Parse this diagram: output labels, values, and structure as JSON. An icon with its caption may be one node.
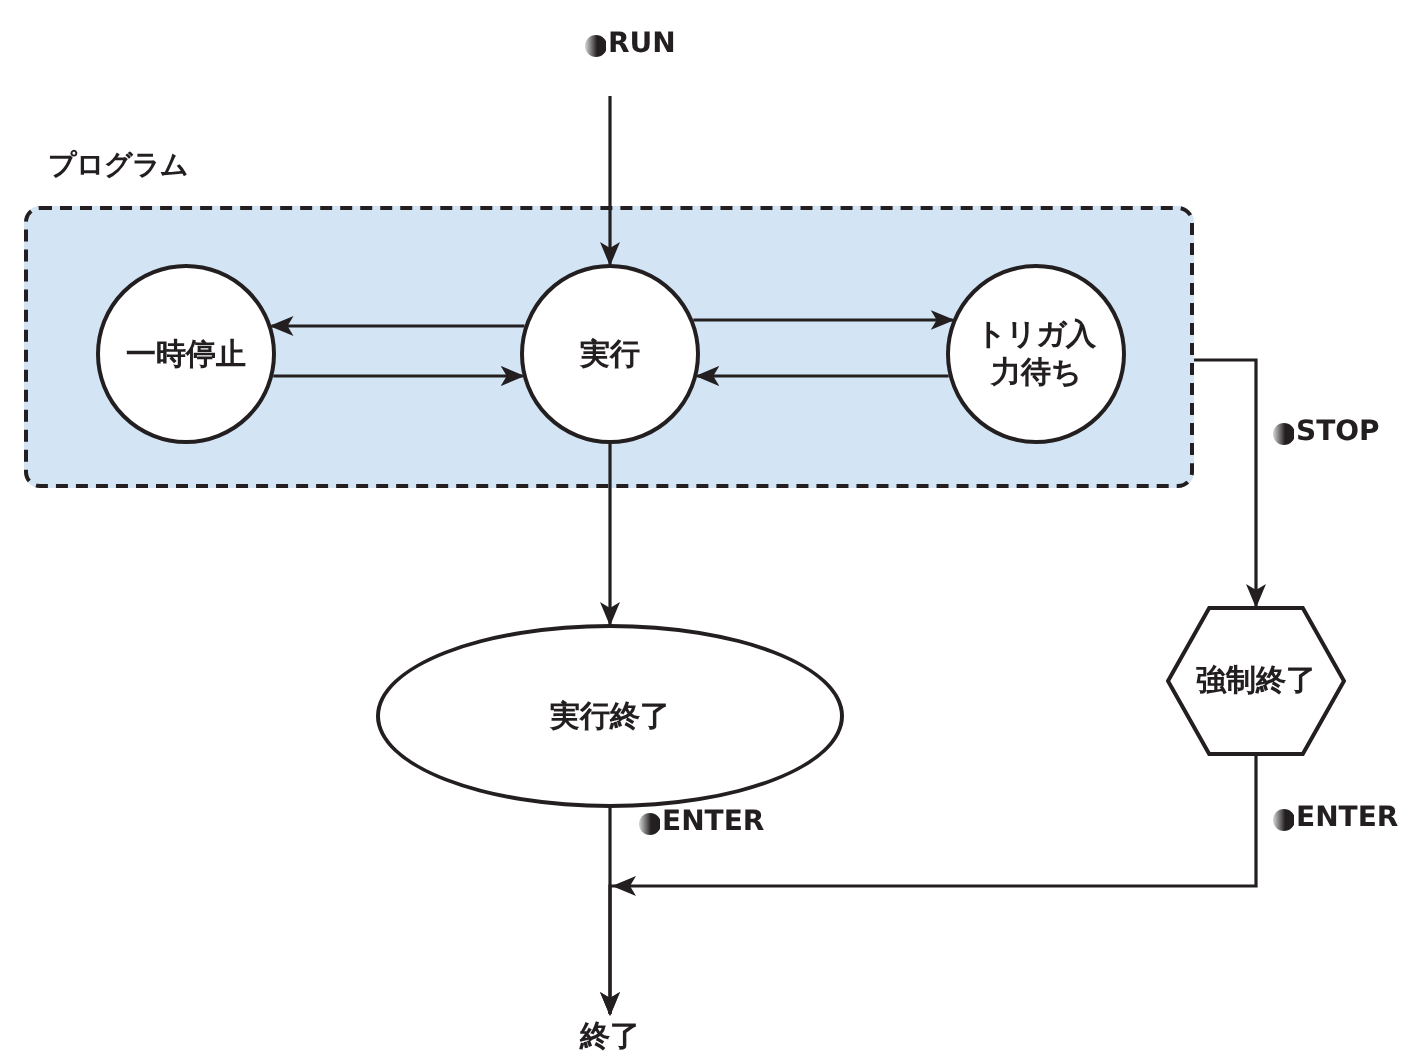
{
  "diagram": {
    "nodes": [
      {
        "text": [
          "プログラム"
        ]
      },
      {
        "text": [
          "一時停止"
        ],
        "in": 0
      },
      {
        "text": [
          "実行"
        ],
        "in": 0
      },
      {
        "text": [
          "トリガ入力待ち"
        ],
        "in": 0
      },
      {
        "text": [
          "実行終了"
        ]
      },
      {
        "text": [
          "強制終了"
        ]
      },
      {
        "text": [
          "終了"
        ]
      }
    ],
    "edges": [
      {
        "from": null,
        "to": 2,
        "arrow": "to",
        "label": "RUN"
      },
      {
        "from": 2,
        "to": 1,
        "arrow": "to"
      },
      {
        "from": 1,
        "to": 2,
        "arrow": "to"
      },
      {
        "from": 2,
        "to": 3,
        "arrow": "to"
      },
      {
        "from": 3,
        "to": 2,
        "arrow": "to"
      },
      {
        "from": 2,
        "to": 4,
        "arrow": "to"
      },
      {
        "from": 0,
        "to": 5,
        "arrow": "to",
        "label": "STOP"
      },
      {
        "from": 4,
        "to": 6,
        "arrow": "to",
        "label": "ENTER"
      },
      {
        "from": 5,
        "to": 6,
        "arrow": "to",
        "label": "ENTER"
      }
    ]
  }
}
